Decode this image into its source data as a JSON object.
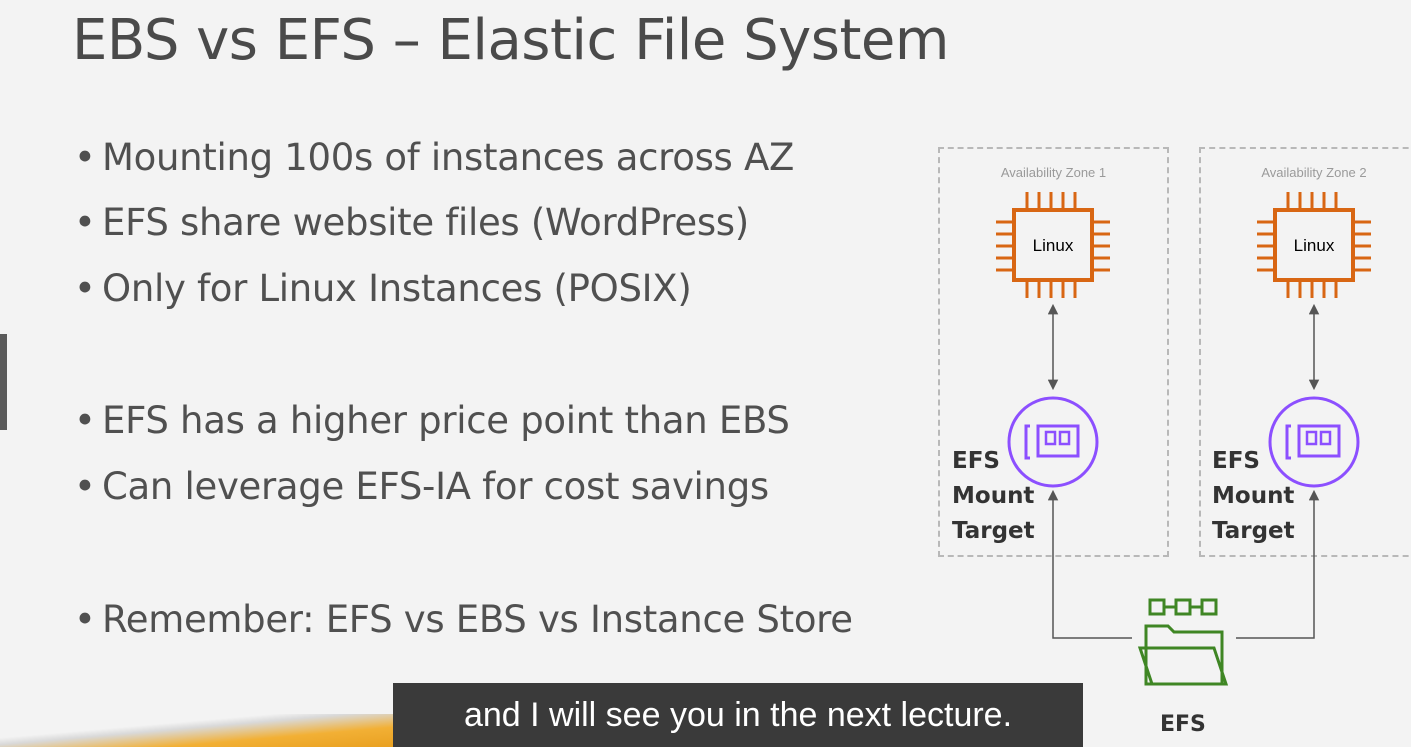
{
  "slide": {
    "title": "EBS vs EFS – Elastic File System",
    "bullets": [
      "Mounting 100s of instances across AZ",
      "EFS share website files (WordPress)",
      "Only for Linux Instances (POSIX)",
      "EFS has a higher price point than EBS",
      "Can leverage EFS-IA for cost savings",
      "Remember: EFS vs EBS vs Instance Store"
    ]
  },
  "diagram": {
    "zone1_label": "Availability Zone 1",
    "zone2_label": "Availability Zone 2",
    "instance_label": "Linux",
    "mount_target_lines": [
      "EFS",
      "Mount",
      "Target"
    ],
    "efs_label": "EFS",
    "colors": {
      "ec2_orange": "#d86613",
      "mount_purple": "#8c4fff",
      "efs_green": "#3f8624"
    }
  },
  "captions": {
    "subtitle": "and I will see you in the next lecture."
  }
}
